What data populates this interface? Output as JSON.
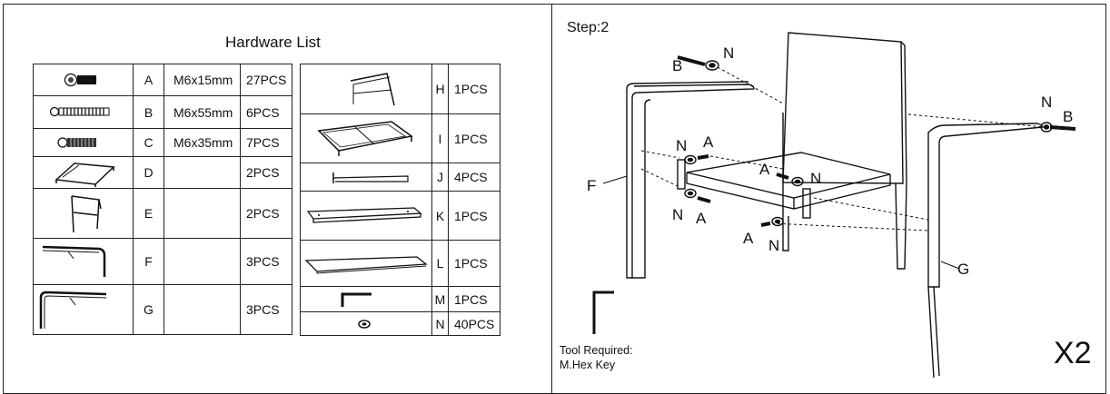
{
  "hardware_list": {
    "title": "Hardware List",
    "left_table": [
      {
        "icon": "bolt-short-icon",
        "letter": "A",
        "size": "M6x15mm",
        "qty": "27PCS"
      },
      {
        "icon": "bolt-long-icon",
        "letter": "B",
        "size": "M6x55mm",
        "qty": "6PCS"
      },
      {
        "icon": "bolt-medium-icon",
        "letter": "C",
        "size": "M6x35mm",
        "qty": "7PCS"
      },
      {
        "icon": "seat-frame-icon",
        "letter": "D",
        "size": "",
        "qty": "2PCS"
      },
      {
        "icon": "backrest-icon",
        "letter": "E",
        "size": "",
        "qty": "2PCS"
      },
      {
        "icon": "left-armrest-icon",
        "letter": "F",
        "size": "",
        "qty": "3PCS"
      },
      {
        "icon": "right-armrest-icon",
        "letter": "G",
        "size": "",
        "qty": "3PCS"
      }
    ],
    "right_table": [
      {
        "icon": "sofa-back-icon",
        "letter": "H",
        "qty": "1PCS"
      },
      {
        "icon": "table-frame-icon",
        "letter": "I",
        "qty": "1PCS"
      },
      {
        "icon": "bracket-icon",
        "letter": "J",
        "qty": "4PCS"
      },
      {
        "icon": "tray-icon",
        "letter": "K",
        "qty": "1PCS"
      },
      {
        "icon": "glass-top-icon",
        "letter": "L",
        "qty": "1PCS"
      },
      {
        "icon": "hex-key-icon",
        "letter": "M",
        "qty": "1PCS"
      },
      {
        "icon": "washer-icon",
        "letter": "N",
        "qty": "40PCS"
      }
    ]
  },
  "step": {
    "label": "Step:2",
    "callouts": {
      "b_top": "B",
      "n_top": "N",
      "n_right": "N",
      "b_right": "B",
      "n_seat_left": "N",
      "a_seat_left": "A",
      "a_seat_mid": "A",
      "n_seat_mid": "N",
      "n_low_left": "N",
      "a_low_left": "A",
      "a_low_mid": "A",
      "n_low_mid": "N",
      "f": "F",
      "g": "G"
    },
    "tool_required_label": "Tool Required:",
    "tool_name": "M.Hex Key",
    "multiplier": "X2"
  }
}
